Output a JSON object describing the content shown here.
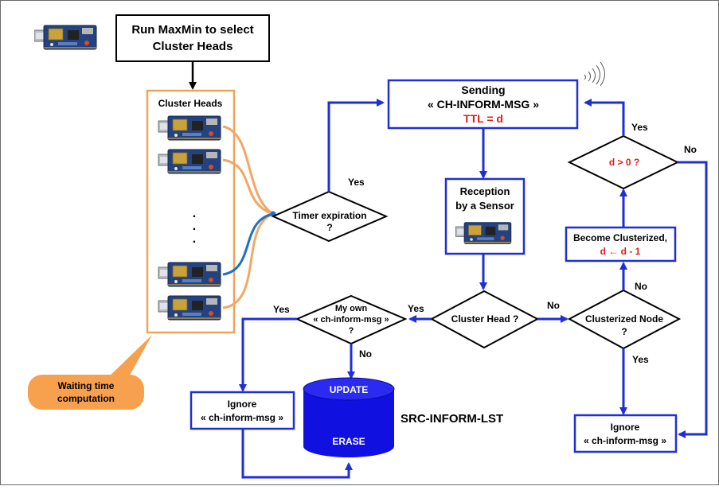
{
  "colors": {
    "flow_blue": "#1f2fd6",
    "bracket_orange": "#f0a35a",
    "wire_orange": "#f2a766",
    "wire_blue": "#1f6fc4",
    "callout_orange": "#f7a04e",
    "red_text": "#e41b1b",
    "db_blue": "#1010e0"
  },
  "icons": {
    "sensor_board": "sensor-board-icon",
    "signal_waves": "signal-waves-icon"
  },
  "start_box": {
    "line1": "Run MaxMin to select",
    "line2": "Cluster Heads"
  },
  "cluster_heads": {
    "title": "Cluster Heads",
    "dots": ".",
    "count_shown": 4
  },
  "timer_decision": {
    "line1": "Timer expiration",
    "line2": "?"
  },
  "callout": {
    "line1": "Waiting time",
    "line2": "computation"
  },
  "send_box": {
    "line1": "Sending",
    "line2": "« CH-INFORM-MSG »",
    "line3": "TTL = d"
  },
  "reception_box": {
    "line1": "Reception",
    "line2": "by a Sensor"
  },
  "cluster_head_decision": {
    "label": "Cluster Head ?"
  },
  "own_msg_decision": {
    "line1": "My own",
    "line2": "« ch-inform-msg »",
    "line3": "?"
  },
  "clusterized_decision": {
    "line1": "Clusterized Node",
    "line2": "?"
  },
  "d_decision": {
    "label": "d > 0 ?"
  },
  "clusterized_box": {
    "line1": "Become Clusterized,",
    "line2": "d ←  d - 1"
  },
  "ignore_left": {
    "line1": "Ignore",
    "line2": "« ch-inform-msg »"
  },
  "ignore_right": {
    "line1": "Ignore",
    "line2": "« ch-inform-msg »"
  },
  "database": {
    "top": "UPDATE",
    "bottom": "ERASE",
    "name": "SRC-INFORM-LST"
  },
  "edge_labels": {
    "timer_yes": "Yes",
    "d_yes": "Yes",
    "d_no": "No",
    "own_yes": "Yes",
    "own_no": "No",
    "ch_yes": "Yes",
    "ch_no": "No",
    "clust_no": "No",
    "clust_yes": "Yes"
  }
}
